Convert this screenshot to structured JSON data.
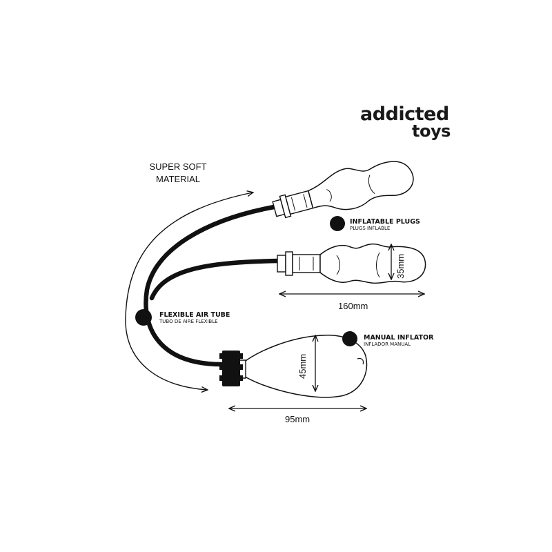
{
  "brand": {
    "line1": "addicted",
    "line2": "toys"
  },
  "callouts": {
    "material": {
      "line1": "SUPER SOFT",
      "line2": "MATERIAL"
    },
    "plugs": {
      "title": "INFLATABLE PLUGS",
      "subtitle": "PLUGS INFLABLE"
    },
    "tube": {
      "title": "FLEXIBLE AIR TUBE",
      "subtitle": "TUBO DE AIRE FLEXIBLE"
    },
    "inflator": {
      "title": "MANUAL INFLATOR",
      "subtitle": "INFLADOR MANUAL"
    }
  },
  "dimensions": {
    "plug_length": "160mm",
    "plug_diameter": "35mm",
    "bulb_diameter": "45mm",
    "bulb_length": "95mm"
  },
  "colors": {
    "ink": "#111111",
    "background": "#ffffff"
  }
}
